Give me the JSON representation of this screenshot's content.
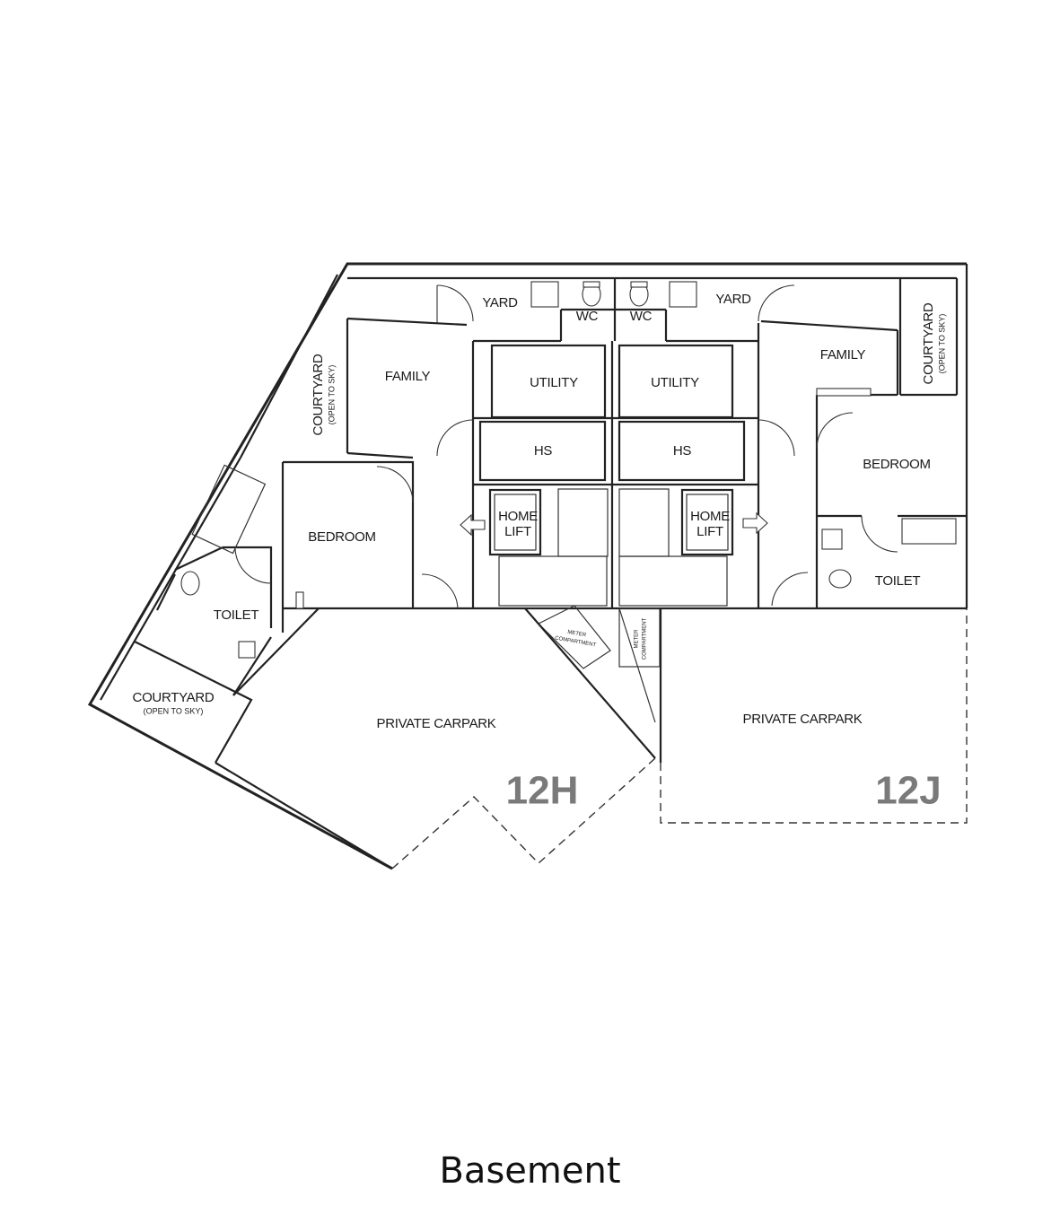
{
  "labels": {
    "yard": "YARD",
    "wc": "WC",
    "family": "FAMILY",
    "utility": "UTILITY",
    "hs": "HS",
    "bedroom": "BEDROOM",
    "toilet": "TOILET",
    "courtyard": "COURTYARD",
    "open_to_sky": "(OPEN TO SKY)",
    "home": "HOME",
    "lift": "LIFT",
    "meter": "METER",
    "compartment": "COMPARTMENT",
    "private_carpark": "PRIVATE CARPARK"
  },
  "units": {
    "left": "12H",
    "right": "12J"
  },
  "caption": "Basement"
}
